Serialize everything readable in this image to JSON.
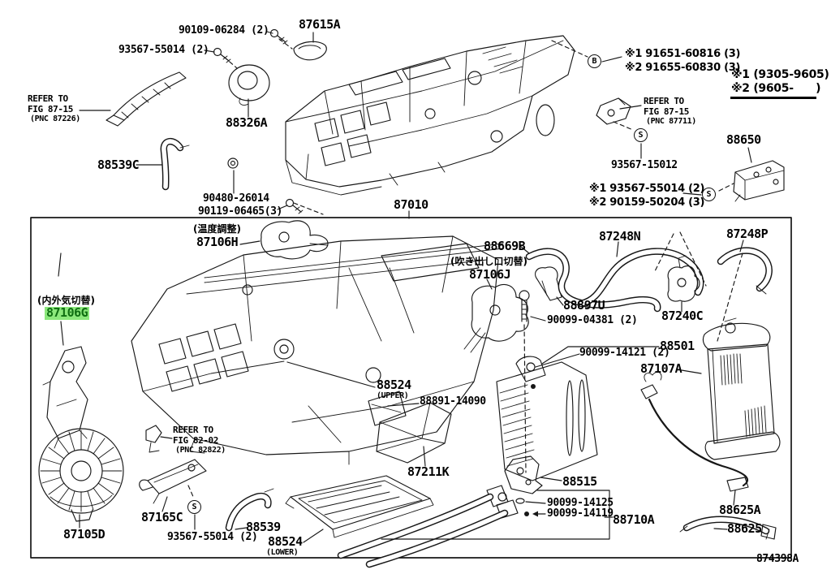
{
  "figure": {
    "diagram_code": "874398A",
    "highlight_bg": "#8ce87c",
    "highlight_fg": "#0f6e12",
    "line_color": "#171717"
  },
  "labels": {
    "bolt_90109": "90109-06284 (2)",
    "screw_93567_top": "93567-55014 (2)",
    "p87615A": "87615A",
    "refer_87226": [
      "REFER TO",
      "FIG 87-15",
      "(PNC 87226)"
    ],
    "p88326A": "88326A",
    "p88539C": "88539C",
    "p90480": "90480-26014",
    "p90119": "90119-06465(3)",
    "p87010": "87010",
    "note_b1": "※1 91651-60816 (3)",
    "note_b2": "※2 91655-60830 (3)",
    "circle_b": "B",
    "circle_s": "S",
    "note_range1": "※1 (9305-9605)",
    "note_range2": "※2 (9605-      )",
    "refer_87711": [
      "REFER TO",
      "FIG 87-15",
      "(PNC 87711)"
    ],
    "p93567_15012": "93567-15012",
    "p88650": "88650",
    "note_s1": "※1 93567-55014 (2)",
    "note_s2": "※2 90159-50204 (3)",
    "jp_temp": "(温度調整)",
    "p87106H": "87106H",
    "p88669B": "88669B",
    "jp_outlet": "(吹き出し口切替)",
    "p87106J": "87106J",
    "p87248N": "87248N",
    "p87248P": "87248P",
    "p88897U": "88897U",
    "p90099_04381": "90099-04381 (2)",
    "p87240C": "87240C",
    "jp_intake": "(内外気切替)",
    "p87106G": "87106G",
    "p88501": "88501",
    "p90099_14121": "90099-14121 (2)",
    "p87107A": "87107A",
    "p88524U": "88524",
    "p88524U_sub": "(UPPER)",
    "p88891": "88891-14090",
    "p87211K": "87211K",
    "refer_82822": [
      "REFER TO",
      "FIG 82-02",
      "(PNC 82822)"
    ],
    "p87165C": "87165C",
    "p87105D": "87105D",
    "p93567_btm": "93567-55014 (2)",
    "p88539": "88539",
    "p88524L": "88524",
    "p88524L_sub": "(LOWER)",
    "p88515": "88515",
    "p90099_14125": "90099-14125",
    "p90099_14119": "90099-14119",
    "p88710A": "88710A",
    "p88625A": "88625A",
    "p88625": "88625",
    "diagram_code": "874398A"
  }
}
